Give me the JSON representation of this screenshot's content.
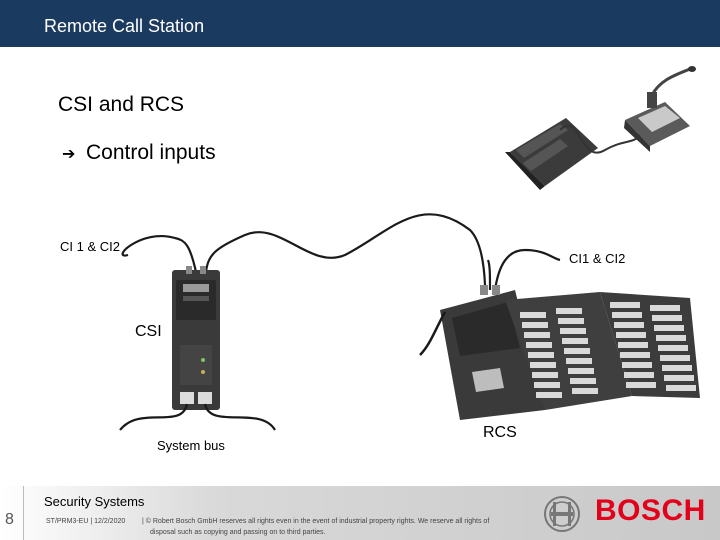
{
  "header": {
    "title": "Remote Call Station"
  },
  "slide": {
    "subtitle": "CSI and RCS",
    "bullet_icon": "right-arrow-icon",
    "bullet": "Control inputs"
  },
  "labels": {
    "ci_left": "CI 1 & CI2",
    "ci_right": "CI1 & CI2",
    "csi": "CSI",
    "system_bus": "System bus",
    "rcs": "RCS"
  },
  "footer": {
    "page": "8",
    "department": "Security Systems",
    "doc_ref": "ST/PRM3-EU | 12/2/2020",
    "copyright_line1": "| © Robert Bosch GmbH reserves all rights even in the event of industrial property rights. We reserve all rights of",
    "copyright_line2": "disposal such as copying and passing on to third parties.",
    "brand": "BOSCH"
  },
  "colors": {
    "header_bg": "#1b3a5f",
    "brand_red": "#e2001a"
  }
}
